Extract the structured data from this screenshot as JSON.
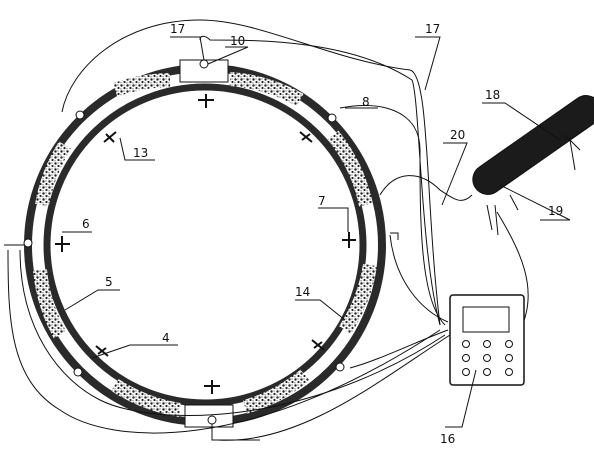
{
  "labels": {
    "l4": "4",
    "l5": "5",
    "l6": "6",
    "l7": "7",
    "l8": "8",
    "l10": "10",
    "l13": "13",
    "l14": "14",
    "l16": "16",
    "l17a": "17",
    "l17b": "17",
    "l18": "18",
    "l19": "19",
    "l20": "20"
  },
  "colors": {
    "ink": "#111111",
    "ring_fill": "#2a2a2a",
    "device_fill": "#ffffff"
  }
}
